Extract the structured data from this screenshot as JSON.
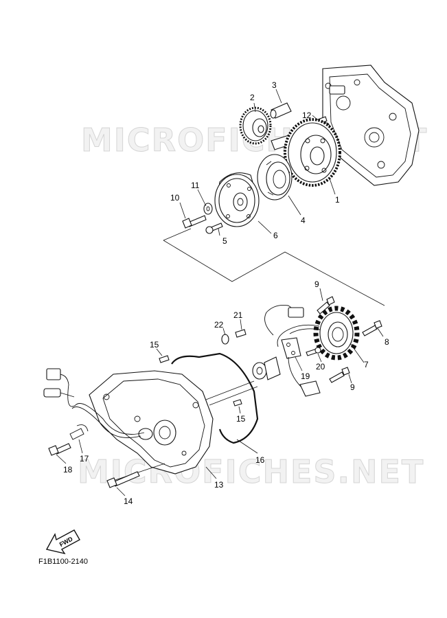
{
  "watermark": "MICROFICHES.NET",
  "diagram_code": "F1B1100-2140",
  "fwd_label": "FWD",
  "callouts": {
    "p1": "1",
    "p2": "2",
    "p3": "3",
    "p4": "4",
    "p5": "5",
    "p6": "6",
    "p7": "7",
    "p8": "8",
    "p9a": "9",
    "p9b": "9",
    "p10": "10",
    "p11": "11",
    "p12": "12",
    "p13": "13",
    "p14": "14",
    "p15a": "15",
    "p15b": "15",
    "p16": "16",
    "p17": "17",
    "p18": "18",
    "p19": "19",
    "p20": "20",
    "p21": "21",
    "p22": "22"
  }
}
